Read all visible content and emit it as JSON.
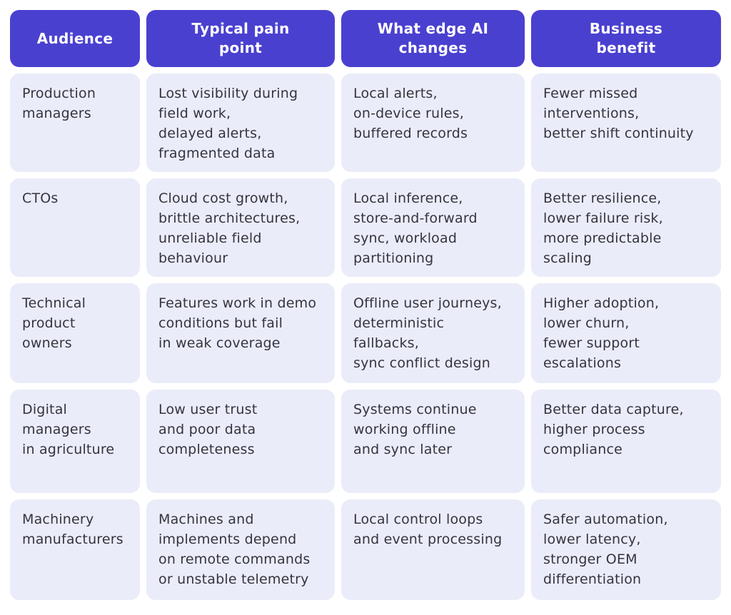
{
  "colors": {
    "header_bg": "#4a40d0",
    "header_text": "#ffffff",
    "cell_bg": "#ebecf9",
    "cell_text": "#35333f",
    "page_bg": "#ffffff"
  },
  "table": {
    "columns": [
      {
        "id": "audience",
        "label": "Audience"
      },
      {
        "id": "pain",
        "label": "Typical pain\npoint"
      },
      {
        "id": "changes",
        "label": "What edge AI\nchanges"
      },
      {
        "id": "benefit",
        "label": "Business\nbenefit"
      }
    ],
    "rows": [
      {
        "audience": "Production\nmanagers",
        "pain": "Lost visibility during\nfield work,\ndelayed alerts,\nfragmented data",
        "changes": "Local alerts,\non-device rules,\nbuffered records",
        "benefit": "Fewer missed\ninterventions,\nbetter shift continuity"
      },
      {
        "audience": "CTOs",
        "pain": "Cloud cost growth,\nbrittle architectures,\nunreliable field\nbehaviour",
        "changes": "Local inference,\nstore-and-forward\nsync, workload\npartitioning",
        "benefit": "Better resilience,\nlower failure risk,\nmore predictable\nscaling"
      },
      {
        "audience": "Technical\nproduct\nowners",
        "pain": "Features work in demo\nconditions but fail\nin weak coverage",
        "changes": "Offline user journeys,\ndeterministic fallbacks,\nsync conflict design",
        "benefit": "Higher adoption,\nlower churn,\nfewer support\nescalations"
      },
      {
        "audience": "Digital\nmanagers\nin agriculture",
        "pain": "Low user trust\nand poor data\ncompleteness",
        "changes": "Systems continue\nworking offline\nand sync later",
        "benefit": "Better data capture,\nhigher process\ncompliance"
      },
      {
        "audience": "Machinery\nmanufacturers",
        "pain": "Machines and\nimplements depend\non remote commands\nor unstable telemetry",
        "changes": "Local control loops\nand event processing",
        "benefit": "Safer automation,\nlower latency,\nstronger OEM\ndifferentiation"
      }
    ]
  }
}
